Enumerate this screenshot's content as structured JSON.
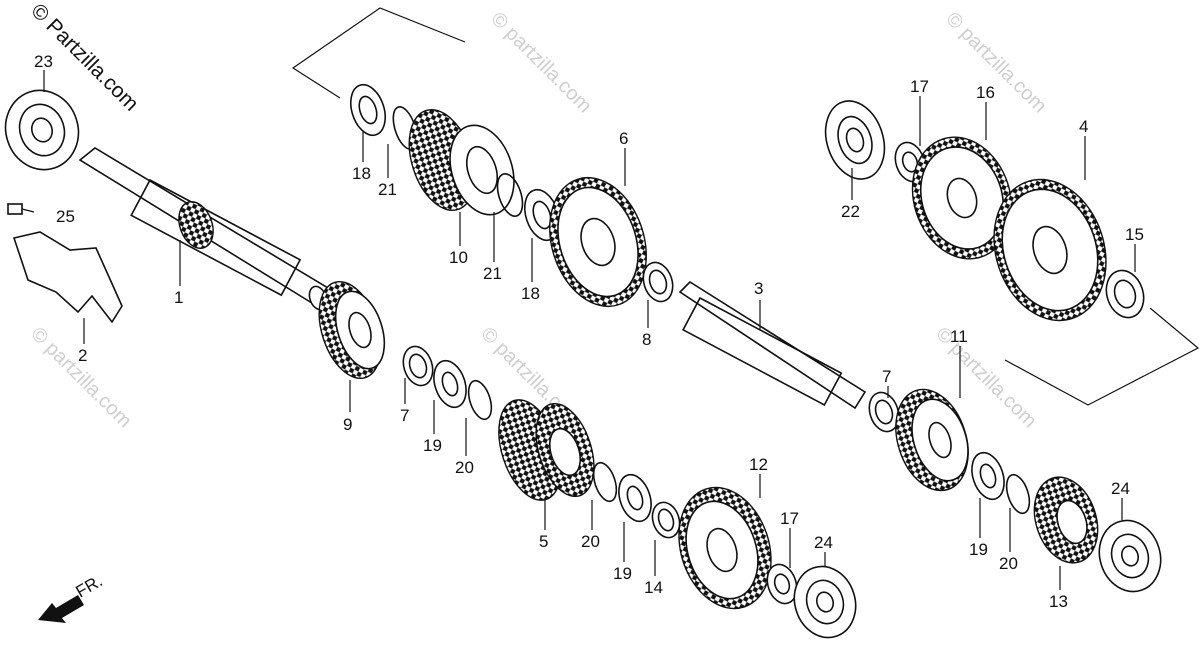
{
  "watermark": {
    "brand": "© Partzilla.com",
    "tile": "© partzilla.com"
  },
  "direction_label": "FR.",
  "callouts": [
    "1",
    "2",
    "3",
    "4",
    "5",
    "6",
    "7",
    "7",
    "8",
    "9",
    "10",
    "11",
    "12",
    "13",
    "14",
    "15",
    "16",
    "17",
    "17",
    "18",
    "18",
    "19",
    "19",
    "19",
    "20",
    "20",
    "20",
    "21",
    "21",
    "22",
    "23",
    "24",
    "24",
    "25"
  ],
  "colors": {
    "ink": "#111111",
    "watermark": "#cfcfcf",
    "background": "#ffffff"
  }
}
